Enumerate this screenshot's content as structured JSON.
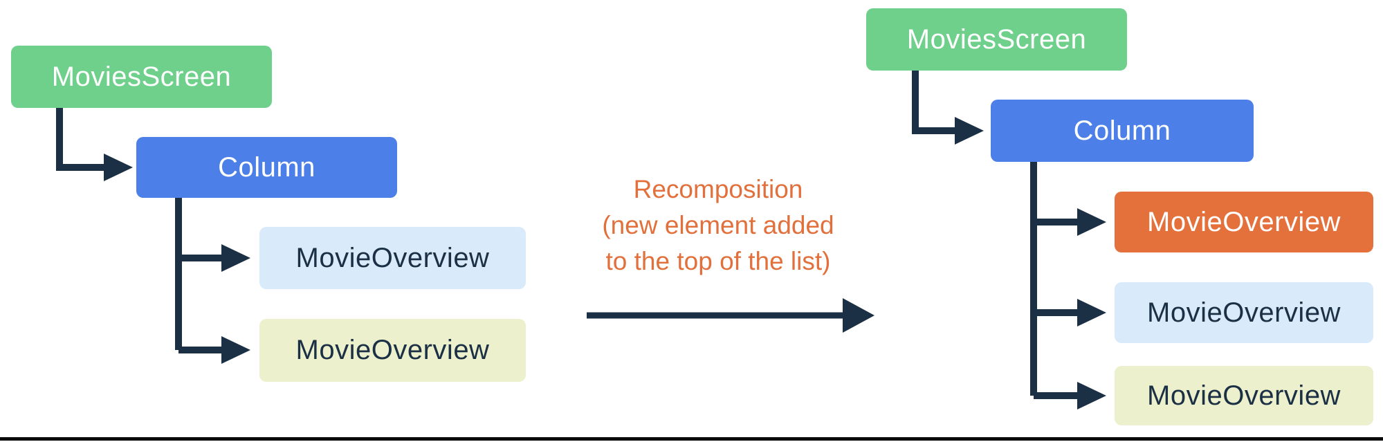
{
  "colors": {
    "green": "#6FD08C",
    "blue": "#4C80E8",
    "orange": "#E4713C",
    "light-blue": "#D9EBFA",
    "light-yellow": "#ECF0CC",
    "navy": "#1B3044",
    "connector": "#1B3044",
    "annotation-orange": "#E2703C",
    "background": "#FFFFFF",
    "bottom-rule": "#0A0A0A"
  },
  "annotation": {
    "line1": "Recomposition",
    "line2": "(new element added",
    "line3": "to the top of the list)"
  },
  "trees": {
    "left": {
      "description": "composition before recomposition",
      "nodes": [
        {
          "label": "MoviesScreen",
          "variant": "green"
        },
        {
          "label": "Column",
          "variant": "blue"
        },
        {
          "label": "MovieOverview",
          "variant": "light-blue"
        },
        {
          "label": "MovieOverview",
          "variant": "light-yellow"
        }
      ]
    },
    "right": {
      "description": "composition after recomposition",
      "nodes": [
        {
          "label": "MoviesScreen",
          "variant": "green"
        },
        {
          "label": "Column",
          "variant": "blue"
        },
        {
          "label": "MovieOverview",
          "variant": "orange",
          "highlight": "new element"
        },
        {
          "label": "MovieOverview",
          "variant": "light-blue"
        },
        {
          "label": "MovieOverview",
          "variant": "light-yellow"
        }
      ]
    }
  }
}
